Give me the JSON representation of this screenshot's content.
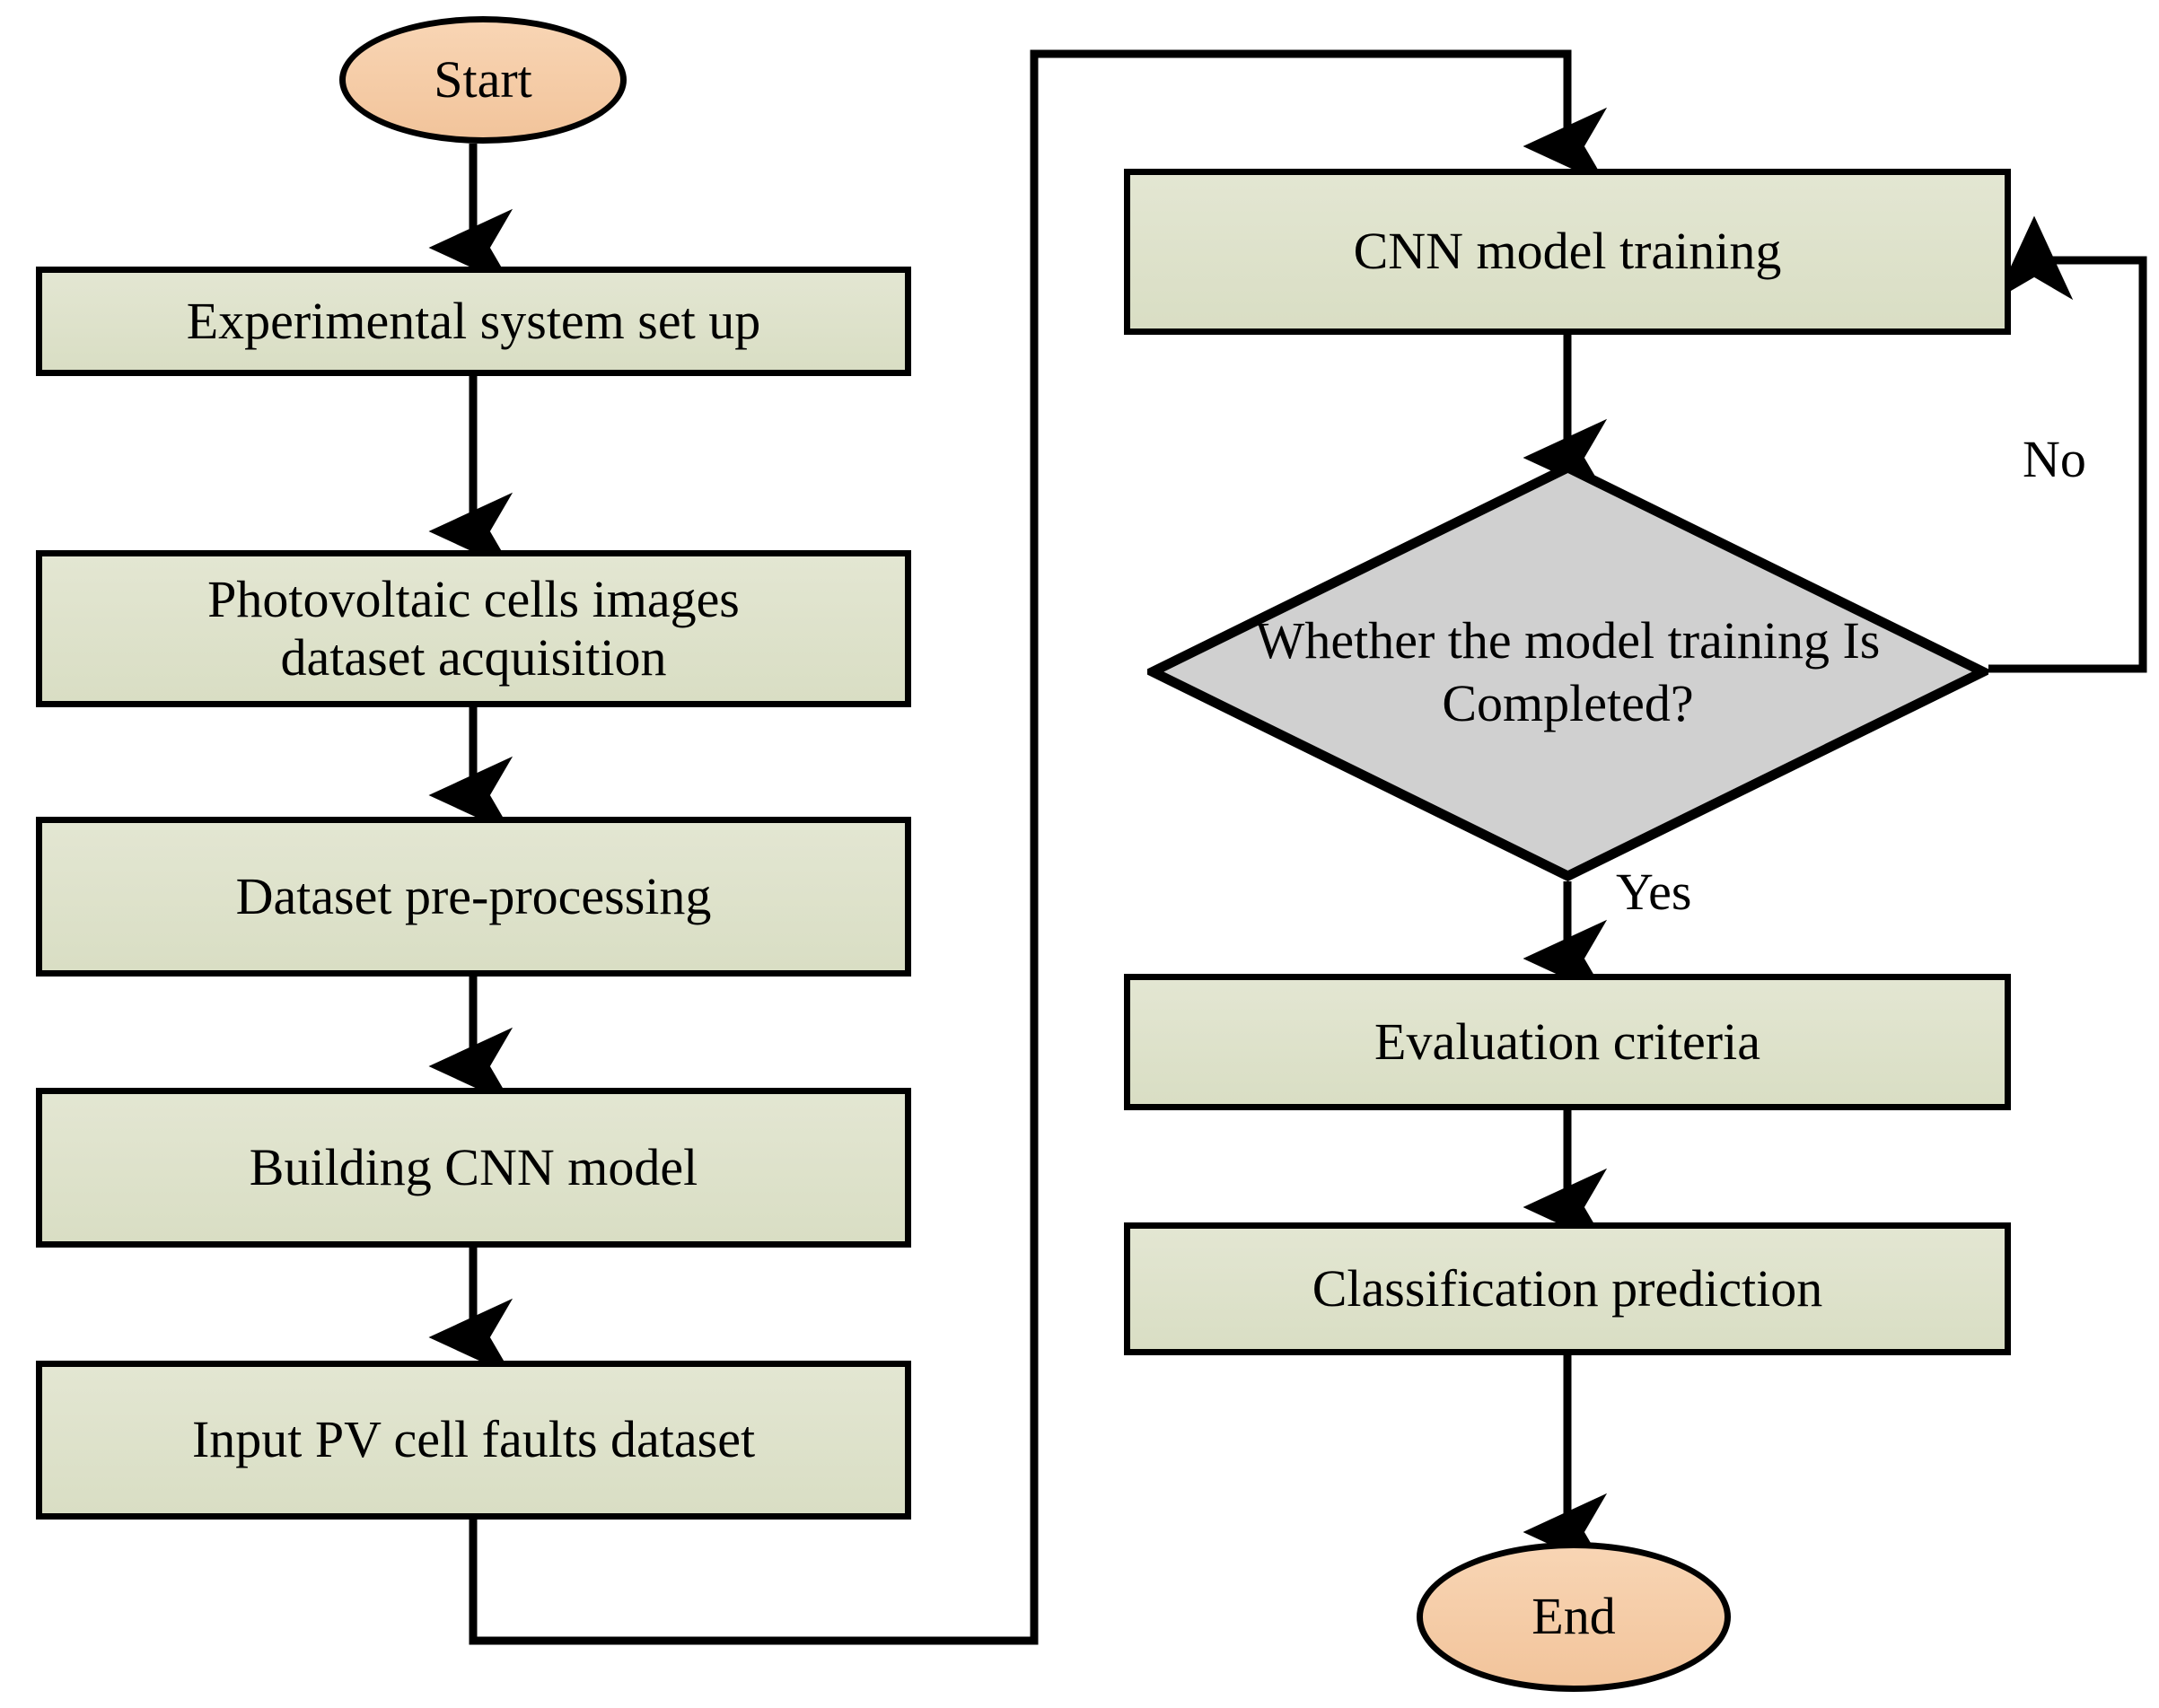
{
  "diagram": {
    "title": "PV cell fault detection CNN workflow flowchart",
    "colors": {
      "process_fill": "#dde1c9",
      "terminal_fill": "#f5cba7",
      "decision_fill": "#d0d0d0",
      "stroke": "#000000",
      "background": "#ffffff"
    },
    "nodes": {
      "start": {
        "label": "Start",
        "shape": "ellipse"
      },
      "experimental_setup": {
        "label": "Experimental system set up",
        "shape": "rectangle"
      },
      "dataset_acquisition": {
        "label": "Photovoltaic cells images dataset acquisition",
        "shape": "rectangle"
      },
      "dataset_preprocessing": {
        "label": "Dataset pre-processing",
        "shape": "rectangle"
      },
      "building_cnn": {
        "label": "Building CNN model",
        "shape": "rectangle"
      },
      "input_dataset": {
        "label": "Input PV cell faults dataset",
        "shape": "rectangle"
      },
      "cnn_training": {
        "label": "CNN model training",
        "shape": "rectangle"
      },
      "decision_training_complete": {
        "label": "Whether the model training Is Completed?",
        "shape": "diamond"
      },
      "evaluation_criteria": {
        "label": "Evaluation criteria",
        "shape": "rectangle"
      },
      "classification_prediction": {
        "label": "Classification prediction",
        "shape": "rectangle"
      },
      "end": {
        "label": "End",
        "shape": "ellipse"
      }
    },
    "edge_labels": {
      "no": "No",
      "yes": "Yes"
    }
  }
}
